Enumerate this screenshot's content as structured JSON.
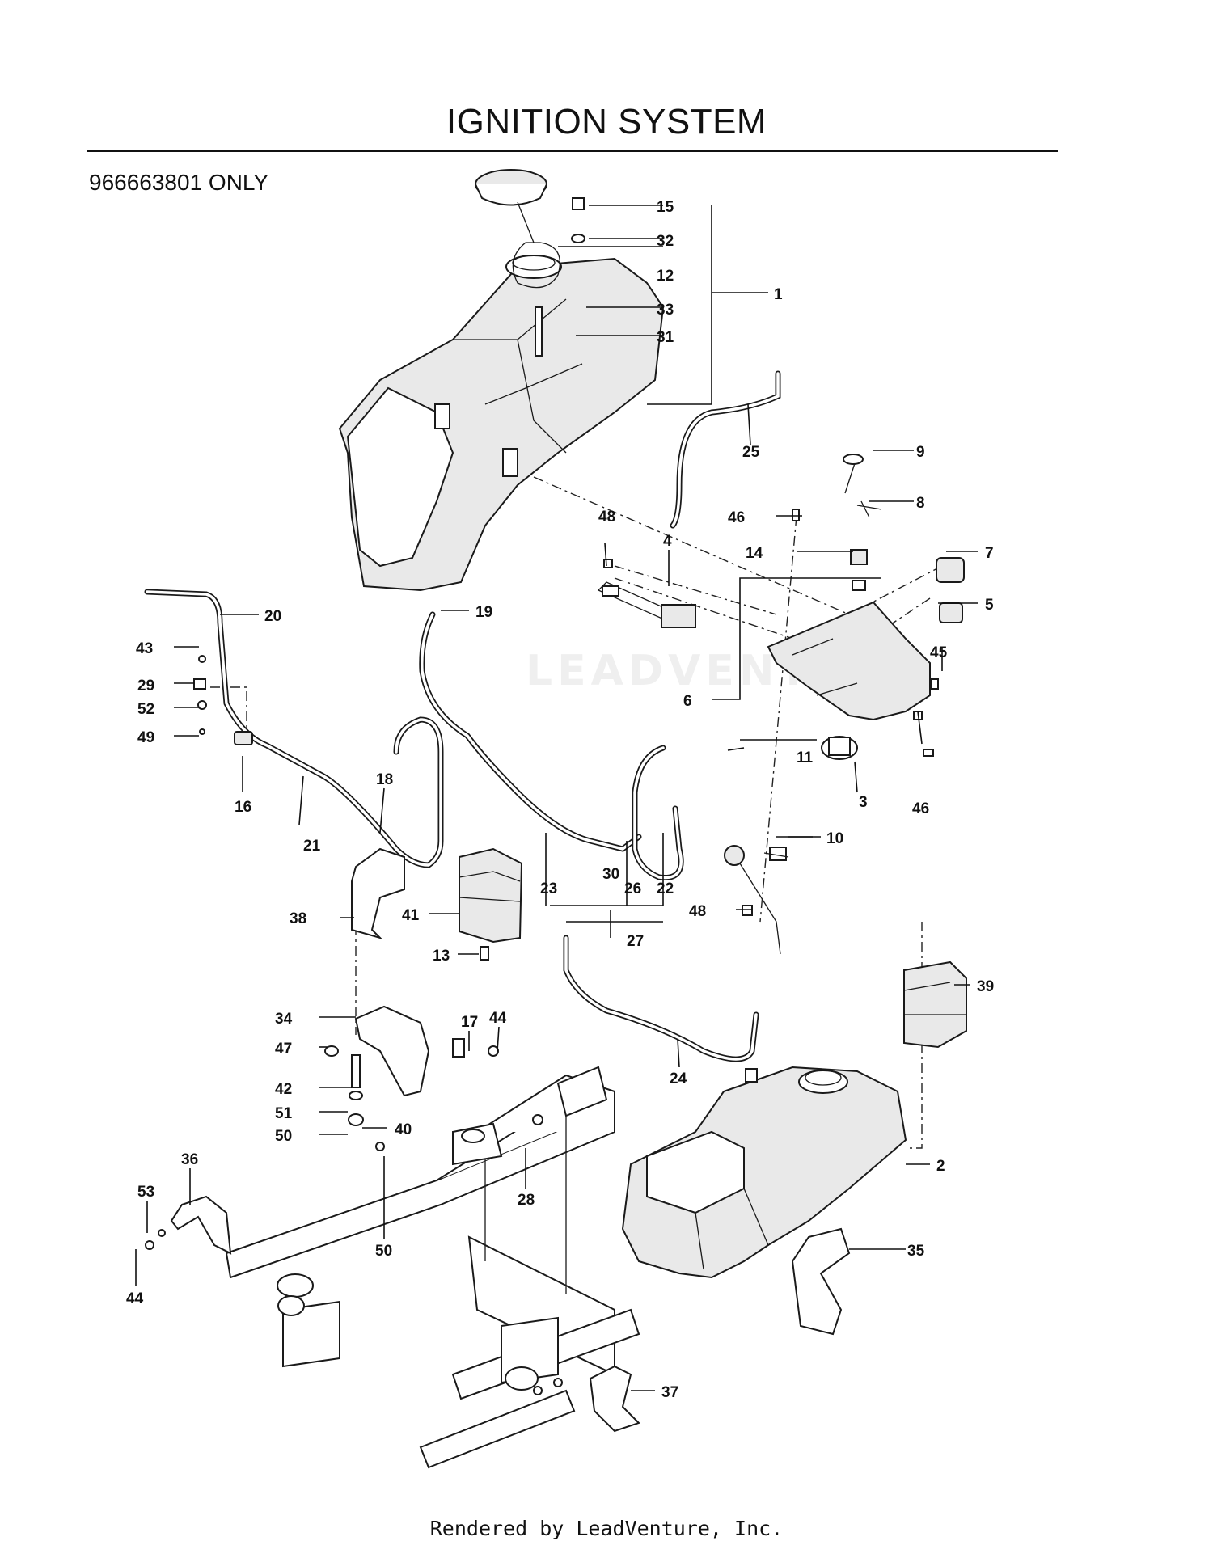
{
  "header": {
    "title": "IGNITION SYSTEM",
    "model_note": "966663801 ONLY"
  },
  "footer": {
    "credit": "Rendered by LeadVenture, Inc."
  },
  "watermark": {
    "text": "LEADVENTURE"
  },
  "callouts": [
    "1",
    "2",
    "3",
    "4",
    "5",
    "6",
    "7",
    "8",
    "9",
    "10",
    "11",
    "12",
    "13",
    "14",
    "15",
    "16",
    "17",
    "18",
    "19",
    "20",
    "21",
    "22",
    "23",
    "24",
    "25",
    "26",
    "27",
    "28",
    "29",
    "30",
    "31",
    "32",
    "33",
    "34",
    "35",
    "36",
    "37",
    "38",
    "39",
    "40",
    "41",
    "42",
    "43",
    "44",
    "44",
    "45",
    "46",
    "46",
    "47",
    "48",
    "48",
    "49",
    "50",
    "50",
    "51",
    "52",
    "53"
  ],
  "colors": {
    "ink": "#111111",
    "part_fill": "#e9e9e9",
    "watermark": "#787878"
  }
}
